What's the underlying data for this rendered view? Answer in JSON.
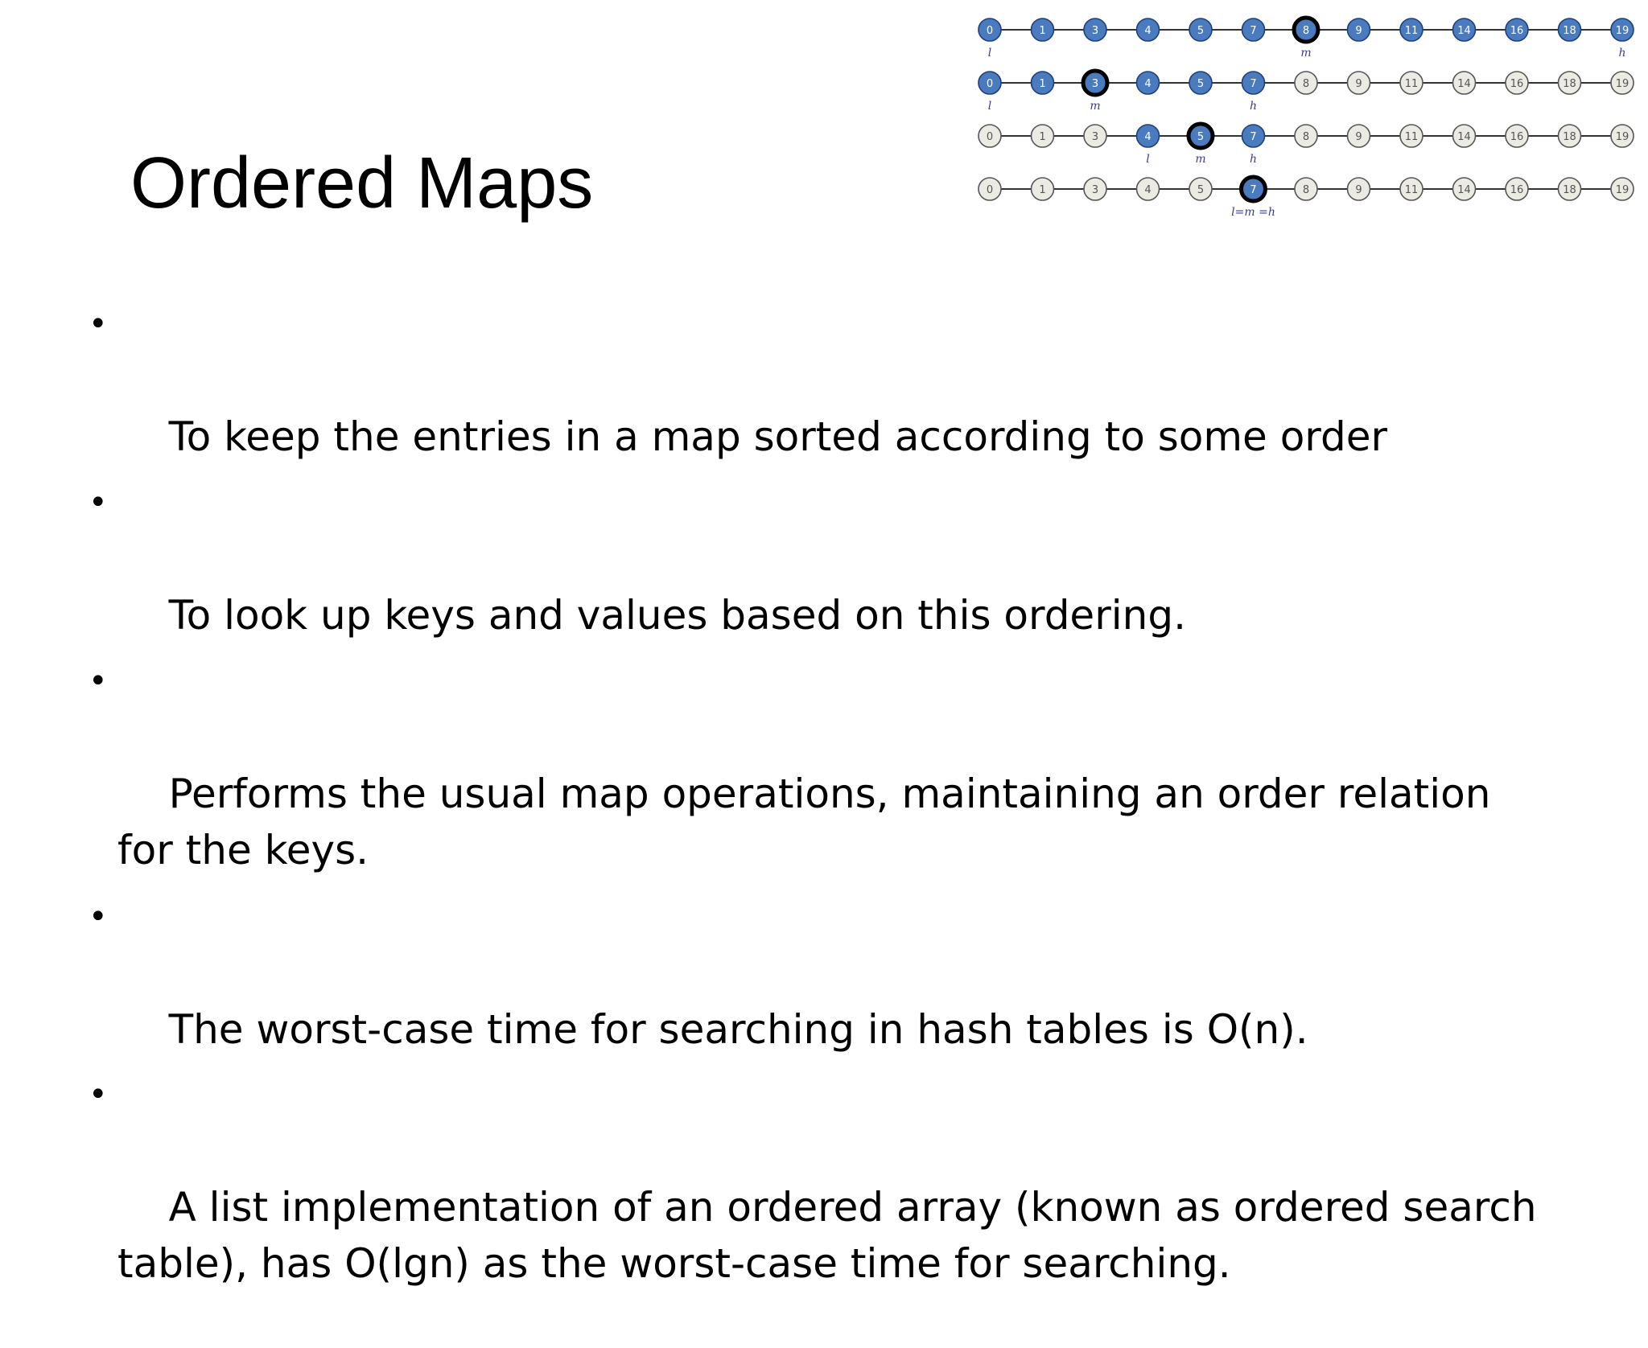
{
  "title": "Ordered Maps",
  "bullets": [
    "To keep the entries in a map sorted according to some order",
    "To look up keys and values based on this ordering.",
    "Performs the usual map operations, maintaining an order relation\nfor the keys.",
    "The worst-case time for searching in hash tables is O(n).",
    "A list implementation of an ordered array (known as ordered search\ntable), has O(lgn) as the worst-case time for searching."
  ],
  "bullet_glyph": "•",
  "diagram": {
    "keys": [
      "0",
      "1",
      "3",
      "4",
      "5",
      "7",
      "8",
      "9",
      "11",
      "14",
      "16",
      "18",
      "19"
    ],
    "colors": {
      "active": "#4a7bbf",
      "inactive": "#ecebe3",
      "line": "#333333",
      "label": "#3a3aa0"
    },
    "rows": [
      {
        "active_from": 0,
        "active_to": 12,
        "highlight": 6,
        "labels": [
          {
            "index": 0,
            "text": "l"
          },
          {
            "index": 6,
            "text": "m"
          },
          {
            "index": 12,
            "text": "h"
          }
        ]
      },
      {
        "active_from": 0,
        "active_to": 5,
        "highlight": 2,
        "labels": [
          {
            "index": 0,
            "text": "l"
          },
          {
            "index": 2,
            "text": "m"
          },
          {
            "index": 5,
            "text": "h"
          }
        ]
      },
      {
        "active_from": 3,
        "active_to": 5,
        "highlight": 4,
        "labels": [
          {
            "index": 3,
            "text": "l"
          },
          {
            "index": 4,
            "text": "m"
          },
          {
            "index": 5,
            "text": "h"
          }
        ]
      },
      {
        "active_from": 5,
        "active_to": 5,
        "highlight": 5,
        "labels": [
          {
            "index": 5,
            "text": "l=m =h"
          }
        ]
      }
    ]
  }
}
